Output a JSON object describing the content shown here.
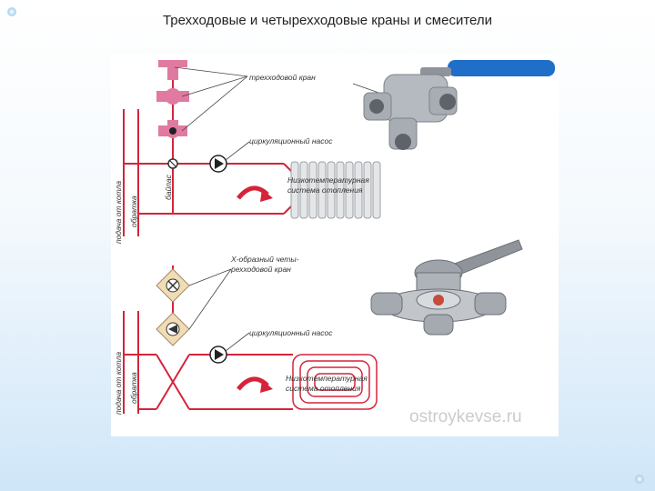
{
  "slide": {
    "title": "Трехходовые и четырехходовые краны и смесители"
  },
  "top_scheme": {
    "label_valve": "трехходовой кран",
    "label_pump": "циркуляционный насос",
    "label_system_line1": "Низкотемпературная",
    "label_system_line2": "система отопления",
    "label_bypass": "байпас",
    "label_supply": "подача от котла",
    "label_return": "обратка"
  },
  "bottom_scheme": {
    "label_valve_line1": "Х-образный четы-",
    "label_valve_line2": "рехходовой кран",
    "label_pump": "циркуляционный насос",
    "label_system_line1": "Низкотемпературная",
    "label_system_line2": "система отопления",
    "label_supply": "подача от котла",
    "label_return": "обратка"
  },
  "watermark": "ostroykevse.ru",
  "colors": {
    "pipe": "#d5243a",
    "valve_pink": "#e07aa0",
    "handle_blue": "#1f6fc8",
    "metal": "#9aa0a6"
  }
}
